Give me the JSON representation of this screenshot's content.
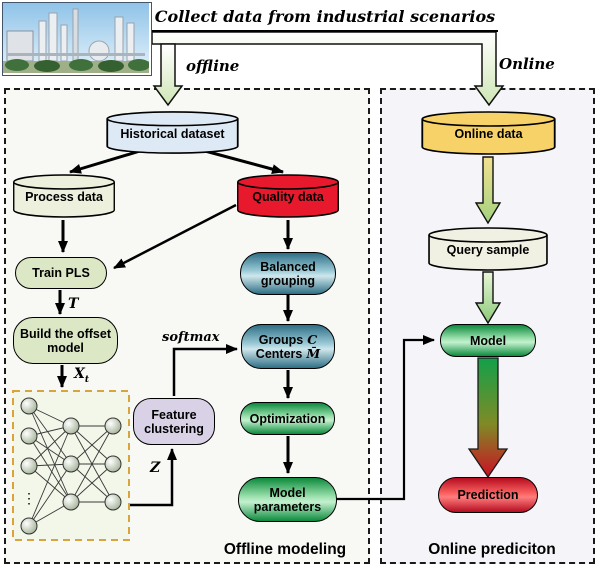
{
  "header": {
    "title": "Collect data from industrial scenarios",
    "offline_label": "offline",
    "online_label": "Online",
    "factory_image": "industrial-plant-photo"
  },
  "offline_panel": {
    "caption": "Offline modeling",
    "historical_dataset": "Historical dataset",
    "process_data": "Process data",
    "quality_data": "Quality data",
    "train_pls": "Train PLS",
    "offset_model": "Build the offset model",
    "feature_clustering": "Feature clustering",
    "balanced_grouping": "Balanced grouping",
    "groups_word": "Groups",
    "groups_symbol": "C",
    "centers_word": "Centers",
    "centers_symbol": "M̄",
    "optimization": "Optimization",
    "model_parameters": "Model parameters",
    "labels": {
      "t": "T",
      "x_main": "X",
      "x_sub": "t",
      "z": "Z",
      "softmax": "softmax"
    },
    "network_ellipsis": "⋮"
  },
  "online_panel": {
    "caption": "Online prediciton",
    "online_data": "Online data",
    "query_sample": "Query sample",
    "model": "Model",
    "prediction": "Prediction"
  },
  "styles": {
    "historical_fill": "--fill:#dde9f4",
    "process_fill": "--fill:#edf0dc",
    "quality_fill": "--fill:#e8192c",
    "online_data_fill": "--fill:#f6d269",
    "query_fill": "--fill:#f1f1e3"
  },
  "colors": {
    "accent_teal": "#2e6e85",
    "accent_green": "#0c8a3c",
    "accent_red": "#d1102a",
    "hollow_arrow_green": "#cfe6b5",
    "network_border": "#d9a43b"
  }
}
